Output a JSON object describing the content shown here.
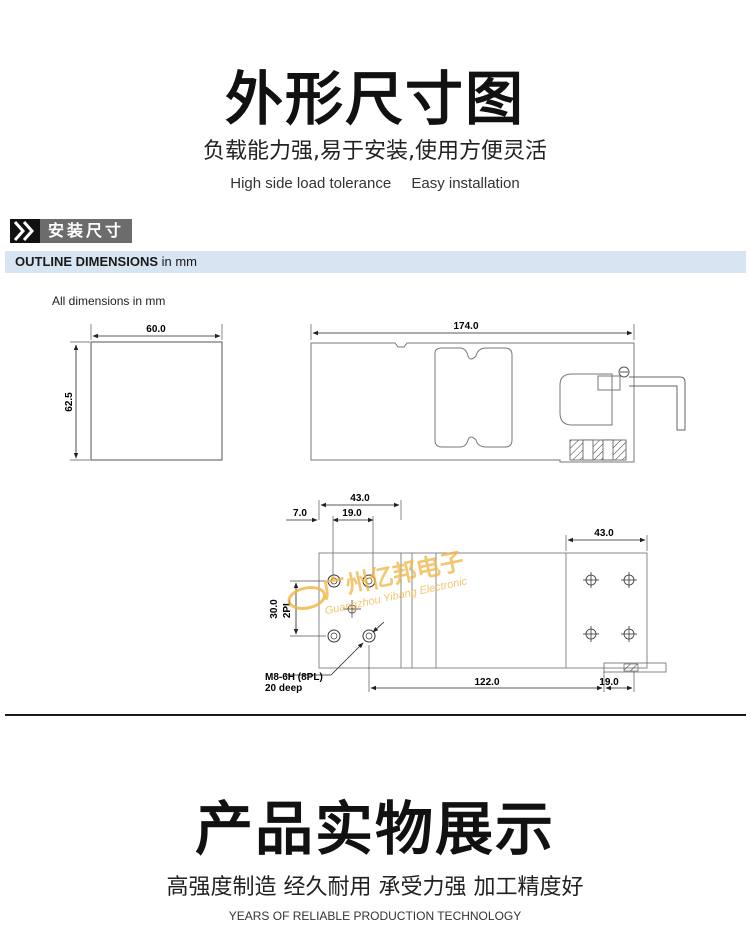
{
  "header": {
    "title": "外形尺寸图",
    "subtitle_cn": "负载能力强,易于安装,使用方便灵活",
    "subtitle_en_left": "High side load tolerance",
    "subtitle_en_right": "Easy installation"
  },
  "section": {
    "tag_label": "安装尺寸",
    "bar_bold": "OUTLINE DIMENSIONS",
    "bar_rest": " in mm"
  },
  "drawing": {
    "note": "All dimensions in mm",
    "dim_width_end": "60.0",
    "dim_height_end": "62.5",
    "dim_length": "174.0",
    "dim_top_43": "43.0",
    "dim_top_7": "7.0",
    "dim_top_19": "19.0",
    "dim_side_30": "30.0",
    "dim_side_2pl": "2PL",
    "thread_spec": "M8-6H (8PL)",
    "thread_depth": "20 deep",
    "dim_bottom_122": "122.0",
    "dim_bottom_19": "19.0",
    "dim_right_43": "43.0"
  },
  "watermark": {
    "cn": "广州亿邦电子",
    "en": "Guangzhou Yibang Electronic"
  },
  "footer": {
    "title": "产品实物展示",
    "subtitle_cn": "高强度制造 经久耐用 承受力强 加工精度好",
    "subtitle_en": "YEARS OF RELIABLE PRODUCTION TECHNOLOGY"
  }
}
